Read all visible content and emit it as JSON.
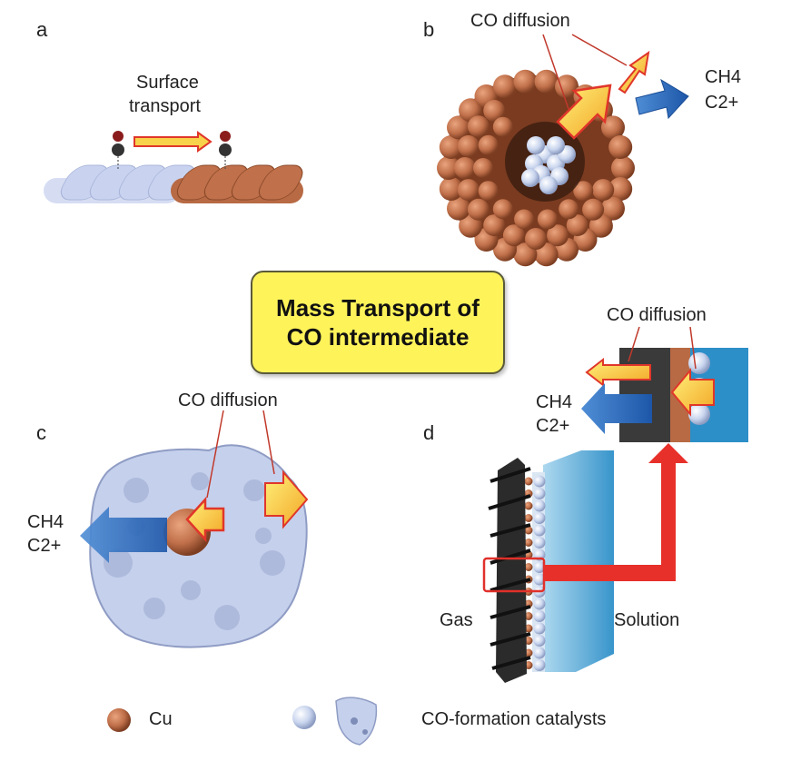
{
  "panels": {
    "a": {
      "letter": "a",
      "label_line1": "Surface",
      "label_line2": "transport"
    },
    "b": {
      "letter": "b",
      "diffusion_label": "CO diffusion",
      "product1": "CH4",
      "product2": "C2+"
    },
    "c": {
      "letter": "c",
      "diffusion_label": "CO diffusion",
      "product1": "CH4",
      "product2": "C2+"
    },
    "d": {
      "letter": "d",
      "diffusion_label": "CO diffusion",
      "product1": "CH4",
      "product2": "C2+",
      "gas_label": "Gas",
      "solution_label": "Solution"
    }
  },
  "center": {
    "line1": "Mass Transport of",
    "line2": "CO intermediate"
  },
  "legend": {
    "cu_label": "Cu",
    "catalyst_label": "CO-formation catalysts"
  },
  "colors": {
    "cu": "#c0704a",
    "catalyst": "#c9d5ee",
    "arrow_orange": "#f7c431",
    "arrow_blue": "#2f6cc2",
    "arrow_red": "#e8302a",
    "box_yellow": "#fff35a",
    "electrolyte": "#2d8fc8"
  }
}
